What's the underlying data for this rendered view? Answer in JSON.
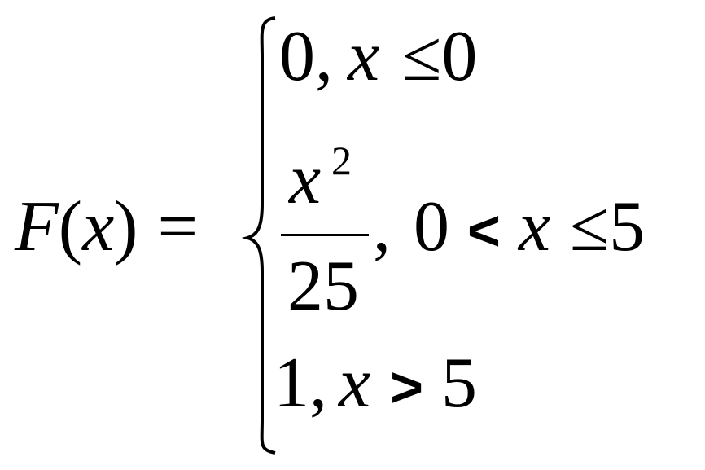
{
  "formula": {
    "lhs": {
      "func": "F",
      "open": "(",
      "var": "x",
      "close": ")",
      "equals": "="
    },
    "case1": {
      "value": "0,",
      "var": "x",
      "rel": "≤",
      "bound": "0"
    },
    "case2": {
      "num_var": "x",
      "exponent": "2",
      "denominator": "25",
      "comma": ",",
      "lower": "0",
      "rel1": "<",
      "var": "x",
      "rel2": "≤",
      "upper": "5"
    },
    "case3": {
      "value": "1,",
      "var": "x",
      "rel": ">",
      "bound": "5"
    }
  }
}
